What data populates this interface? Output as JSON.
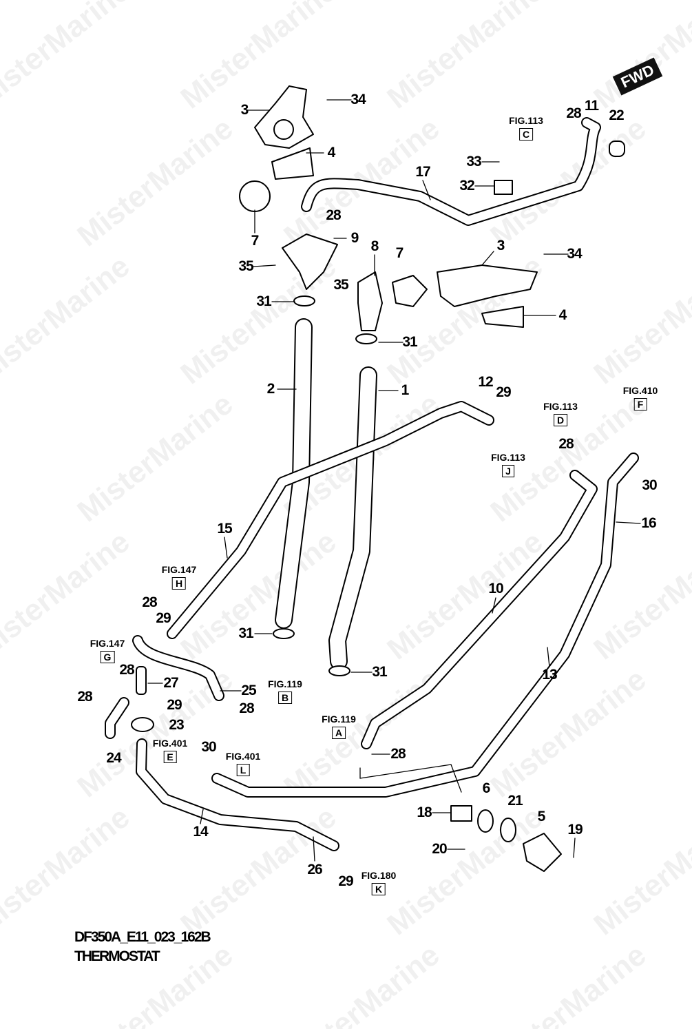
{
  "diagram": {
    "code": "DF350A_E11_023_162B",
    "title": "THERMOSTAT",
    "fwd_label": "FWD",
    "watermark": "MisterMarine"
  },
  "callouts": [
    "34",
    "3",
    "4",
    "7",
    "28",
    "9",
    "35",
    "31",
    "8",
    "7",
    "3",
    "34",
    "35",
    "4",
    "31",
    "2",
    "1",
    "12",
    "29",
    "17",
    "33",
    "32",
    "28",
    "11",
    "22",
    "28",
    "30",
    "16",
    "15",
    "10",
    "13",
    "28",
    "29",
    "31",
    "31",
    "27",
    "28",
    "28",
    "25",
    "28",
    "29",
    "23",
    "24",
    "30",
    "28",
    "14",
    "26",
    "29",
    "18",
    "6",
    "21",
    "5",
    "19",
    "20"
  ],
  "fig_refs": [
    {
      "fig": "FIG.113",
      "letter": "C"
    },
    {
      "fig": "FIG.410",
      "letter": "F"
    },
    {
      "fig": "FIG.113",
      "letter": "D"
    },
    {
      "fig": "FIG.113",
      "letter": "J"
    },
    {
      "fig": "FIG.147",
      "letter": "H"
    },
    {
      "fig": "FIG.147",
      "letter": "G"
    },
    {
      "fig": "FIG.119",
      "letter": "B"
    },
    {
      "fig": "FIG.119",
      "letter": "A"
    },
    {
      "fig": "FIG.401",
      "letter": "E"
    },
    {
      "fig": "FIG.401",
      "letter": "L"
    },
    {
      "fig": "FIG.180",
      "letter": "K"
    }
  ]
}
